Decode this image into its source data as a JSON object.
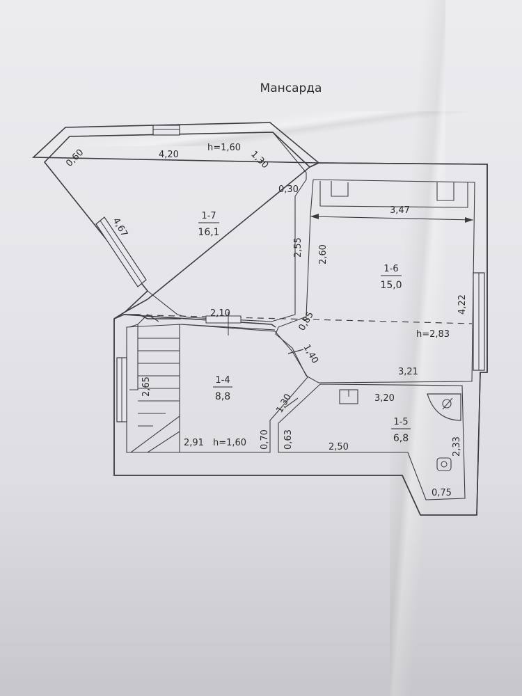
{
  "title": "Мансарда",
  "rooms": [
    {
      "id": "1-7",
      "area": "16,1"
    },
    {
      "id": "1-6",
      "area": "15,0"
    },
    {
      "id": "1-4",
      "area": "8,8"
    },
    {
      "id": "1-5",
      "area": "6,8"
    }
  ],
  "dimensions": {
    "d_060": "0,60",
    "d_420": "4,20",
    "h_160_top": "h=1,60",
    "d_130_top": "1,30",
    "d_030": "0,30",
    "d_467": "4,67",
    "d_255": "2,55",
    "d_260": "2,60",
    "d_347": "3,47",
    "d_422": "4,22",
    "h_283": "h=2,83",
    "d_210": "2,10",
    "d_085": "0,85",
    "d_140": "1,40",
    "d_321": "3,21",
    "d_320": "3,20",
    "d_265": "2,65",
    "d_130_mid": "1,30",
    "d_291": "2,91",
    "h_160_bottom": "h=1,60",
    "d_070": "0,70",
    "d_063": "0,63",
    "d_250": "2,50",
    "d_233": "2,33",
    "d_075": "0,75"
  }
}
